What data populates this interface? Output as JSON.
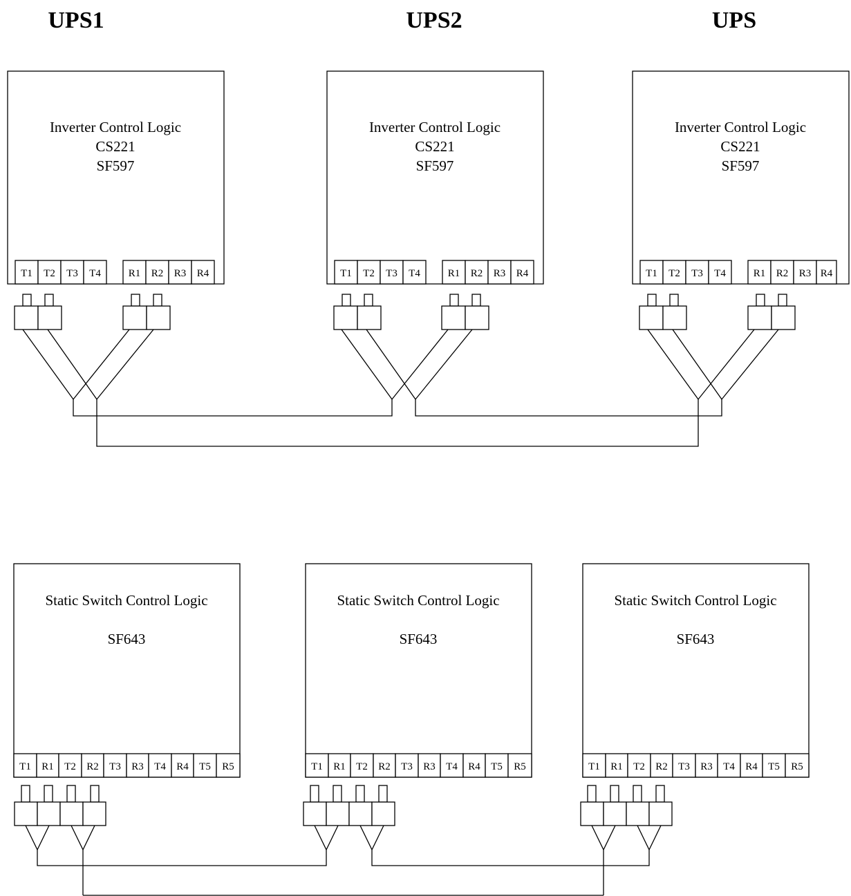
{
  "titles": [
    "UPS1",
    "UPS2",
    "UPS"
  ],
  "inverter_unit": {
    "lines": [
      "Inverter Control Logic",
      "CS221",
      "SF597"
    ],
    "terminals": [
      "T1",
      "T2",
      "T3",
      "T4",
      "R1",
      "R2",
      "R3",
      "R4"
    ]
  },
  "switch_unit": {
    "lines": [
      "Static Switch Control Logic",
      "SF643"
    ],
    "terminals": [
      "T1",
      "R1",
      "T2",
      "R2",
      "T3",
      "R3",
      "T4",
      "R4",
      "T5",
      "R5"
    ]
  }
}
